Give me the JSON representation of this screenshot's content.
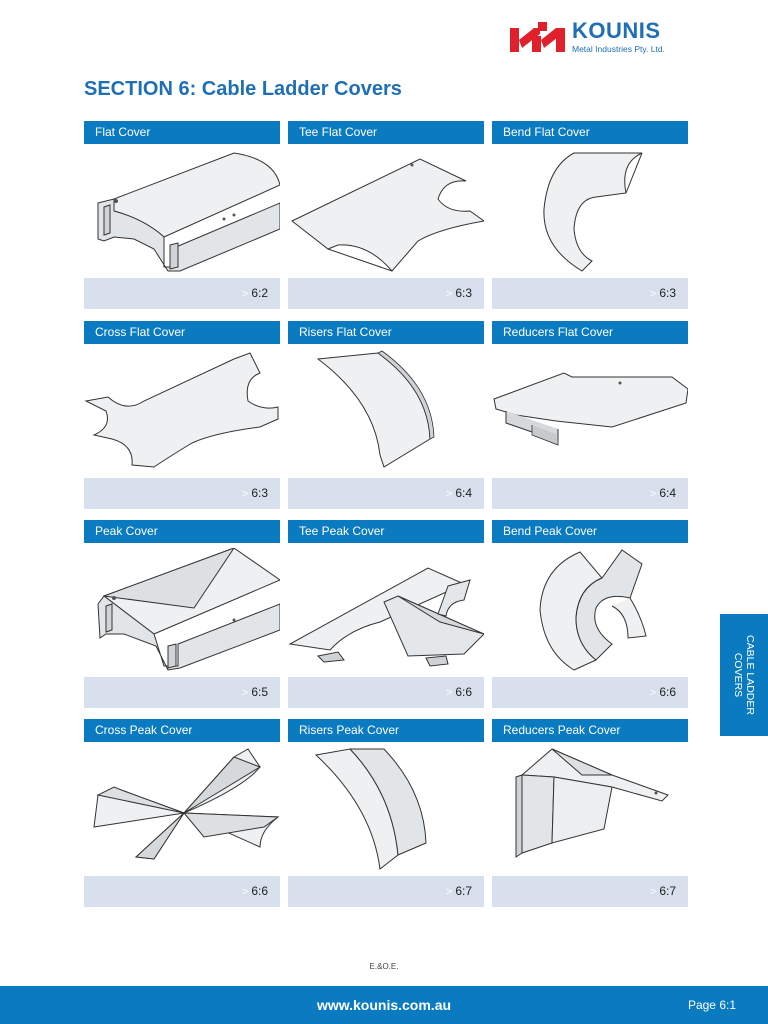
{
  "brand": {
    "name": "KOUNIS",
    "subtitle": "Metal Industries Pty. Ltd.",
    "red": "#e0202a",
    "blue": "#1f6fb5"
  },
  "section_title": "SECTION 6: Cable Ladder Covers",
  "products": [
    {
      "name": "Flat Cover",
      "page": "6:2",
      "image": "flat-cover-image"
    },
    {
      "name": "Tee Flat Cover",
      "page": "6:3",
      "image": "tee-flat-cover-image"
    },
    {
      "name": "Bend Flat Cover",
      "page": "6:3",
      "image": "bend-flat-cover-image"
    },
    {
      "name": "Cross Flat Cover",
      "page": "6:3",
      "image": "cross-flat-cover-image"
    },
    {
      "name": "Risers Flat Cover",
      "page": "6:4",
      "image": "risers-flat-cover-image"
    },
    {
      "name": "Reducers Flat Cover",
      "page": "6:4",
      "image": "reducers-flat-cover-image"
    },
    {
      "name": "Peak Cover",
      "page": "6:5",
      "image": "peak-cover-image"
    },
    {
      "name": "Tee Peak Cover",
      "page": "6:6",
      "image": "tee-peak-cover-image"
    },
    {
      "name": "Bend Peak Cover",
      "page": "6:6",
      "image": "bend-peak-cover-image"
    },
    {
      "name": "Cross Peak Cover",
      "page": "6:6",
      "image": "cross-peak-cover-image"
    },
    {
      "name": "Risers Peak Cover",
      "page": "6:7",
      "image": "risers-peak-cover-image"
    },
    {
      "name": "Reducers Peak Cover",
      "page": "6:7",
      "image": "reducers-peak-cover-image"
    }
  ],
  "page_ref_marker": ">",
  "side_tab": {
    "line1": "CABLE LADDER",
    "line2": "COVERS"
  },
  "eoe": "E.&O.E.",
  "footer": {
    "website": "www.kounis.com.au",
    "page": "Page 6:1"
  },
  "colors": {
    "header_bar": "#0a7bc1",
    "footer_panel": "#d7e0ec"
  }
}
